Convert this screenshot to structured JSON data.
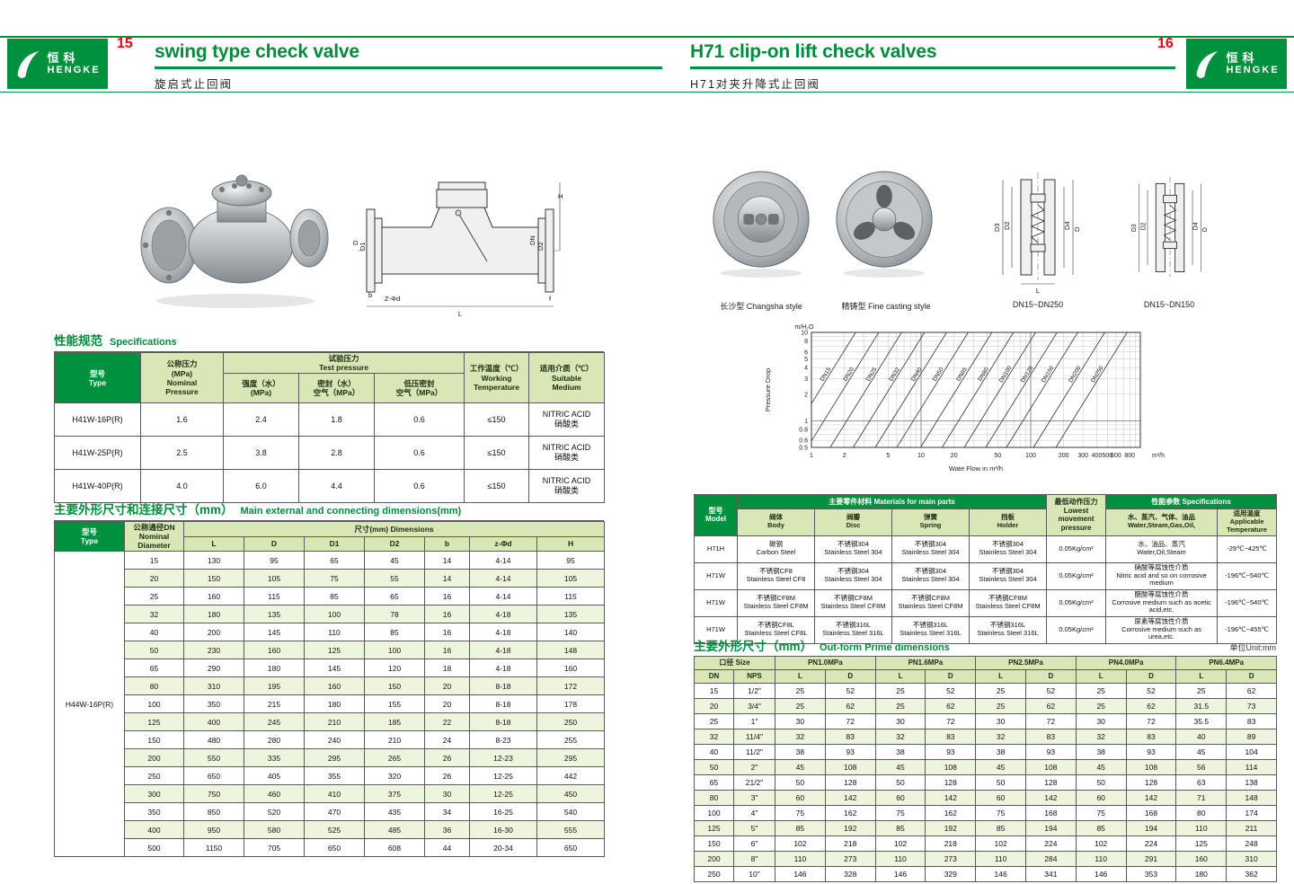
{
  "brand": {
    "cn": "恒科",
    "en": "HENGKE"
  },
  "header": {
    "left": {
      "page_no": "15",
      "title": "swing type check valve",
      "subtitle": "旋启式止回阀"
    },
    "right": {
      "page_no": "16",
      "title": "H71 clip-on lift check valves",
      "subtitle": "H71对夹升降式止回阀"
    }
  },
  "left": {
    "drawing_labels": {
      "h": "H",
      "dn": "DN",
      "d2": "D2",
      "d": "D",
      "d1": "D1",
      "l": "L",
      "zd": "Z-Φd",
      "b": "b",
      "f": "f"
    },
    "spec": {
      "heading_cn": "性能规范",
      "heading_en": "Specifications",
      "h_type": "型号\nType",
      "h_nominal": "公称压力\n(MPa)\nNominal\nPressure",
      "h_test": "试验压力\nTest pressure",
      "h_strength": "强度（水）\n(MPa)",
      "h_seal": "密封（水）\n空气（MPa）",
      "h_low": "低压密封\n空气（MPa）",
      "h_working": "工作温度（℃）\nWorking\nTemperature",
      "h_medium": "适用介质（℃）\nSuitable\nMedium",
      "rows": [
        [
          "H41W-16P(R)",
          "1.6",
          "2.4",
          "1.8",
          "0.6",
          "≤150",
          "NITRIC ACID\n硝酸类"
        ],
        [
          "H41W-25P(R)",
          "2.5",
          "3.8",
          "2.8",
          "0.6",
          "≤150",
          "NITRIC ACID\n硝酸类"
        ],
        [
          "H41W-40P(R)",
          "4.0",
          "6.0",
          "4.4",
          "0.6",
          "≤150",
          "NITRIC ACID\n硝酸类"
        ]
      ]
    },
    "dims": {
      "heading_cn": "主要外形尺寸和连接尺寸（mm）",
      "heading_en": "Main external and connecting dimensions(mm)",
      "h_type": "型号\nType",
      "h_dn": "公称通径DN\nNominal\nDiameter",
      "h_dims": "尺寸(mm) Dimensions",
      "cols": [
        "L",
        "D",
        "D1",
        "D2",
        "b",
        "z-Φd",
        "H"
      ],
      "type_value": "H44W-16P(R)",
      "rows": [
        [
          "15",
          "130",
          "95",
          "65",
          "45",
          "14",
          "4-14",
          "95"
        ],
        [
          "20",
          "150",
          "105",
          "75",
          "55",
          "14",
          "4-14",
          "105"
        ],
        [
          "25",
          "160",
          "115",
          "85",
          "65",
          "16",
          "4-14",
          "115"
        ],
        [
          "32",
          "180",
          "135",
          "100",
          "78",
          "16",
          "4-18",
          "135"
        ],
        [
          "40",
          "200",
          "145",
          "110",
          "85",
          "16",
          "4-18",
          "140"
        ],
        [
          "50",
          "230",
          "160",
          "125",
          "100",
          "16",
          "4-18",
          "148"
        ],
        [
          "65",
          "290",
          "180",
          "145",
          "120",
          "18",
          "4-18",
          "160"
        ],
        [
          "80",
          "310",
          "195",
          "160",
          "150",
          "20",
          "8-18",
          "172"
        ],
        [
          "100",
          "350",
          "215",
          "180",
          "155",
          "20",
          "8-18",
          "178"
        ],
        [
          "125",
          "400",
          "245",
          "210",
          "185",
          "22",
          "8-18",
          "250"
        ],
        [
          "150",
          "480",
          "280",
          "240",
          "210",
          "24",
          "8-23",
          "255"
        ],
        [
          "200",
          "550",
          "335",
          "295",
          "265",
          "26",
          "12-23",
          "295"
        ],
        [
          "250",
          "650",
          "405",
          "355",
          "320",
          "26",
          "12-25",
          "442"
        ],
        [
          "300",
          "750",
          "460",
          "410",
          "375",
          "30",
          "12-25",
          "450"
        ],
        [
          "350",
          "850",
          "520",
          "470",
          "435",
          "34",
          "16-25",
          "540"
        ],
        [
          "400",
          "950",
          "580",
          "525",
          "485",
          "36",
          "16-30",
          "555"
        ],
        [
          "500",
          "1150",
          "705",
          "650",
          "608",
          "44",
          "20-34",
          "650"
        ]
      ]
    }
  },
  "right": {
    "captions": {
      "photo1": "长沙型 Changsha style",
      "photo2": "精铸型 Fine casting style",
      "draw1": "DN15~DN250",
      "draw2": "DN15~DN150"
    },
    "drawing_labels": {
      "d3": "D3",
      "d2": "D2",
      "d": "D",
      "d4": "D4",
      "l": "L"
    },
    "materials": {
      "h_model": "型号\nModel",
      "h_group": "主要零件材料 Materials for main parts",
      "h_body": "阀体\nBody",
      "h_disc": "阀瓣\nDisc",
      "h_spring": "弹簧\nSpring",
      "h_holder": "挡板\nHolder",
      "h_pressure": "最低动作压力\nLowest movement\npressure",
      "h_perf": "性能参数 Specifications",
      "h_media": "水、蒸汽、气体、油品\nWater,Steam,Gas,Oil,",
      "h_temp": "适用温度\nApplicable\nTemperature",
      "rows": [
        [
          "H71H",
          "碳钢\nCarbon Steel",
          "不锈钢304\nStainless Steel 304",
          "不锈钢304\nStainless Steel 304",
          "不锈钢304\nStainless Steel 304",
          "0.05Kg/cm²",
          "水、油品、蒸汽\nWater,Oil,Steam",
          "-29℃~425℃"
        ],
        [
          "H71W",
          "不锈钢CF8\nStainless Steel CF8",
          "不锈钢304\nStainless Steel 304",
          "不锈钢304\nStainless Steel 304",
          "不锈钢304\nStainless Steel 304",
          "0.05Kg/cm²",
          "硝酸等腐蚀性介质\nNitric acid and so on corrosive medium",
          "-196℃~540℃"
        ],
        [
          "H71W",
          "不锈钢CF8M\nStainless Steel CF8M",
          "不锈钢CF8M\nStainless Steel CF8M",
          "不锈钢CF8M\nStainless Steel CF8M",
          "不锈钢CF8M\nStainless Steel CF8M",
          "0.05Kg/cm²",
          "醋酸等腐蚀性介质\nCorrosive medium such as acetic acid,etc.",
          "-196℃~540℃"
        ],
        [
          "H71W",
          "不锈钢CF8L\nStainless Steel CF8L",
          "不锈钢316L\nStainless Steel 316L",
          "不锈钢316L\nStainless Steel 316L",
          "不锈钢316L\nStainless Steel 316L",
          "0.05Kg/cm²",
          "尿素等腐蚀性介质\nCorrosive medium such as urea,etc.",
          "-196℃~455℃"
        ]
      ]
    },
    "outform": {
      "heading_cn": "主要外形尺寸（mm）",
      "heading_en": "Out-form Prime dimensions",
      "unit": "单位Unit:mm",
      "h_size": "口径 Size",
      "h_dn": "DN",
      "h_nps": "NPS",
      "pn": [
        "PN1.0MPa",
        "PN1.6MPa",
        "PN2.5MPa",
        "PN4.0MPa",
        "PN6.4MPa"
      ],
      "h_l": "L",
      "h_d": "D",
      "rows": [
        [
          "15",
          "1/2\"",
          "25",
          "52",
          "25",
          "52",
          "25",
          "52",
          "25",
          "52",
          "25",
          "62"
        ],
        [
          "20",
          "3/4\"",
          "25",
          "62",
          "25",
          "62",
          "25",
          "62",
          "25",
          "62",
          "31.5",
          "73"
        ],
        [
          "25",
          "1\"",
          "30",
          "72",
          "30",
          "72",
          "30",
          "72",
          "30",
          "72",
          "35.5",
          "83"
        ],
        [
          "32",
          "11/4\"",
          "32",
          "83",
          "32",
          "83",
          "32",
          "83",
          "32",
          "83",
          "40",
          "89"
        ],
        [
          "40",
          "11/2\"",
          "38",
          "93",
          "38",
          "93",
          "38",
          "93",
          "38",
          "93",
          "45",
          "104"
        ],
        [
          "50",
          "2\"",
          "45",
          "108",
          "45",
          "108",
          "45",
          "108",
          "45",
          "108",
          "56",
          "114"
        ],
        [
          "65",
          "21/2\"",
          "50",
          "128",
          "50",
          "128",
          "50",
          "128",
          "50",
          "128",
          "63",
          "138"
        ],
        [
          "80",
          "3\"",
          "60",
          "142",
          "60",
          "142",
          "60",
          "142",
          "60",
          "142",
          "71",
          "148"
        ],
        [
          "100",
          "4\"",
          "75",
          "162",
          "75",
          "162",
          "75",
          "168",
          "75",
          "168",
          "80",
          "174"
        ],
        [
          "125",
          "5\"",
          "85",
          "192",
          "85",
          "192",
          "85",
          "194",
          "85",
          "194",
          "110",
          "211"
        ],
        [
          "150",
          "6\"",
          "102",
          "218",
          "102",
          "218",
          "102",
          "224",
          "102",
          "224",
          "125",
          "248"
        ],
        [
          "200",
          "8\"",
          "110",
          "273",
          "110",
          "273",
          "110",
          "284",
          "110",
          "291",
          "160",
          "310"
        ],
        [
          "250",
          "10\"",
          "146",
          "328",
          "146",
          "329",
          "146",
          "341",
          "146",
          "353",
          "180",
          "362"
        ]
      ]
    }
  },
  "chart_data": {
    "type": "line",
    "title": "",
    "ylabel": "Pressure Drop",
    "y_unit": "m/H₂O",
    "xlabel": "Wate Flow in m³/h",
    "x_unit": "m³/h",
    "scale": "log-log",
    "x_range": [
      1,
      1000
    ],
    "y_range": [
      0.5,
      10
    ],
    "x_ticks": [
      1,
      2,
      5,
      10,
      20,
      50,
      100,
      200,
      300,
      400,
      500,
      600,
      800
    ],
    "y_ticks": [
      10,
      8,
      6,
      5,
      4,
      3,
      2,
      1,
      0.8,
      0.6,
      0.5
    ],
    "lines": [
      {
        "name": "DN15",
        "flow_at_1m": 0.8
      },
      {
        "name": "DN20",
        "flow_at_1m": 1.3
      },
      {
        "name": "DN25",
        "flow_at_1m": 2.1
      },
      {
        "name": "DN32",
        "flow_at_1m": 3.4
      },
      {
        "name": "DN40",
        "flow_at_1m": 5.4
      },
      {
        "name": "DN50",
        "flow_at_1m": 8.5
      },
      {
        "name": "DN65",
        "flow_at_1m": 14
      },
      {
        "name": "DN80",
        "flow_at_1m": 22
      },
      {
        "name": "DN100",
        "flow_at_1m": 35
      },
      {
        "name": "DN125",
        "flow_at_1m": 55
      },
      {
        "name": "DN150",
        "flow_at_1m": 85
      },
      {
        "name": "DN200",
        "flow_at_1m": 150
      },
      {
        "name": "DN250",
        "flow_at_1m": 240
      }
    ]
  }
}
